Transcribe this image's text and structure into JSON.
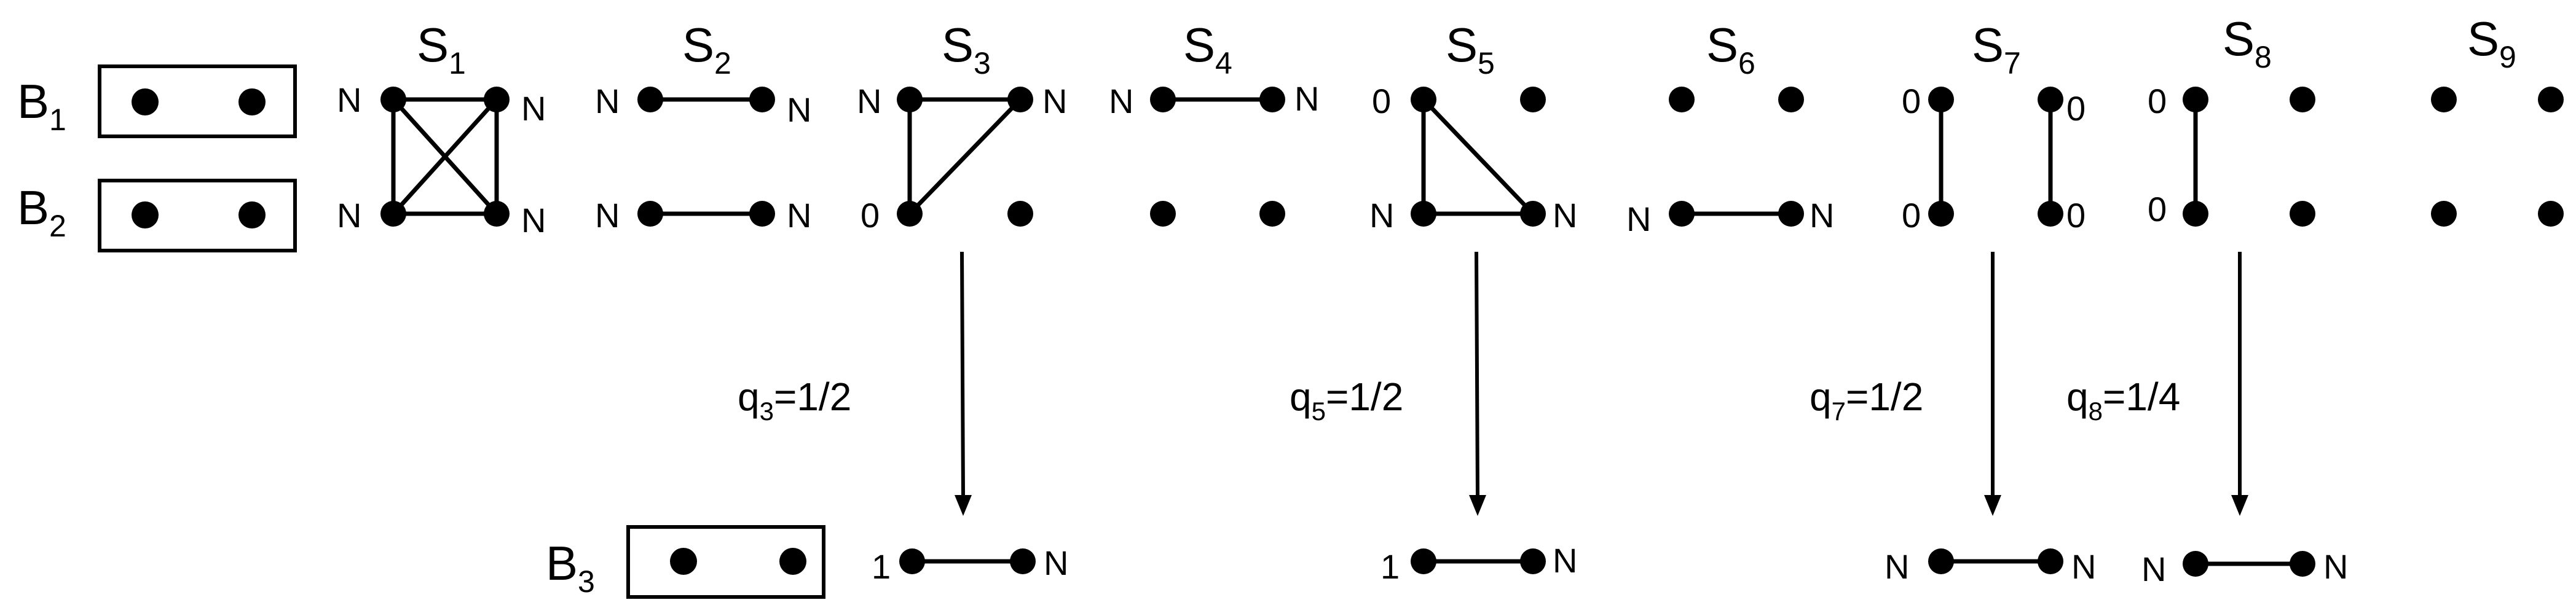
{
  "blocks": [
    {
      "id": "B1",
      "letter": "B",
      "index": "1"
    },
    {
      "id": "B2",
      "letter": "B",
      "index": "2"
    },
    {
      "id": "B3",
      "letter": "B",
      "index": "3"
    }
  ],
  "states": [
    {
      "letter": "S",
      "index": "1",
      "top_left": "N",
      "top_right": "N",
      "bottom_left": "N",
      "bottom_right": "N"
    },
    {
      "letter": "S",
      "index": "2",
      "top_left": "N",
      "top_right": "N",
      "bottom_left": "N",
      "bottom_right": "N"
    },
    {
      "letter": "S",
      "index": "3",
      "top_left": "N",
      "top_right": "N",
      "bottom_left": "0",
      "bottom_right": ""
    },
    {
      "letter": "S",
      "index": "4",
      "top_left": "N",
      "top_right": "N",
      "bottom_left": "",
      "bottom_right": ""
    },
    {
      "letter": "S",
      "index": "5",
      "top_left": "0",
      "top_right": "",
      "bottom_left": "N",
      "bottom_right": "N"
    },
    {
      "letter": "S",
      "index": "6",
      "top_left": "",
      "top_right": "",
      "bottom_left": "N",
      "bottom_right": "N"
    },
    {
      "letter": "S",
      "index": "7",
      "top_left": "0",
      "top_right": "0",
      "bottom_left": "0",
      "bottom_right": "0"
    },
    {
      "letter": "S",
      "index": "8",
      "top_left": "0",
      "top_right": "",
      "bottom_left": "0",
      "bottom_right": ""
    },
    {
      "letter": "S",
      "index": "9",
      "top_left": "",
      "top_right": "",
      "bottom_left": "",
      "bottom_right": ""
    }
  ],
  "transitions": [
    {
      "from_state": "S3",
      "q_letter": "q",
      "q_index": "3",
      "q_value": "=1/2",
      "left_label": "1",
      "right_label": "N"
    },
    {
      "from_state": "S5",
      "q_letter": "q",
      "q_index": "5",
      "q_value": "=1/2",
      "left_label": "1",
      "right_label": "N"
    },
    {
      "from_state": "S7",
      "q_letter": "q",
      "q_index": "7",
      "q_value": "=1/2",
      "left_label": "N",
      "right_label": "N"
    },
    {
      "from_state": "S8",
      "q_letter": "q",
      "q_index": "8",
      "q_value": "=1/4",
      "left_label": "N",
      "right_label": "N"
    }
  ]
}
